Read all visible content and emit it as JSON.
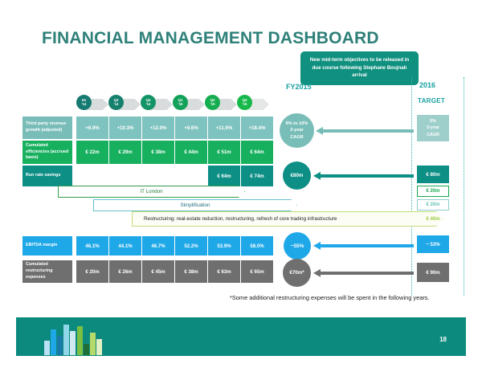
{
  "page_title": "FINANCIAL MANAGEMENT DASHBOARD",
  "callout": {
    "text": "New mid-term objectives to be released in due course following Stephane Boujnah arrival"
  },
  "columns": {
    "fy_label": "FY2015",
    "target_year": "2016",
    "target_word": "TARGET"
  },
  "quarters": [
    {
      "period": "H1",
      "year": "'14"
    },
    {
      "period": "Q3",
      "year": "'14"
    },
    {
      "period": "Q4",
      "year": "'14"
    },
    {
      "period": "Q1",
      "year": "'15"
    },
    {
      "period": "Q2",
      "year": "'15"
    },
    {
      "period": "Q3",
      "year": "'15"
    }
  ],
  "rows": {
    "revenue_growth": {
      "label": "Third party revenue growth (adjusted)",
      "values": [
        "+6.9%",
        "+10.3%",
        "+12.0%",
        "+9.6%",
        "+11.9%",
        "+18.4%"
      ],
      "circle": "9% to 10% 2-year CAGR",
      "circle_l1": "9% to 10%",
      "circle_l2": "2-year",
      "circle_l3": "CAGR",
      "target_l1": "5%",
      "target_l2": "3-year",
      "target_l3": "CAGR"
    },
    "cumulated_efficiencies": {
      "label": "Cumulated efficiencies (accrued basis)",
      "values": [
        "€ 22m",
        "€ 29m",
        "€ 38m",
        "€ 44m",
        "€ 51m",
        "€ 64m"
      ]
    },
    "run_rate_savings": {
      "label": "Run rate savings",
      "values": [
        "",
        "",
        "",
        "",
        "€ 64m",
        "€ 74m"
      ],
      "circle": "€80m",
      "target": "€ 80m"
    },
    "ebitda_margin": {
      "label": "EBITDA margin",
      "values": [
        "46.1%",
        "44.1%",
        "46.7%",
        "52.2%",
        "53.9%",
        "58.0%"
      ],
      "circle": "~55%",
      "target": "~ 53%"
    },
    "restructuring_expenses": {
      "label": "Cumulated restructuring expenses",
      "values": [
        "€ 20m",
        "€ 26m",
        "€ 45m",
        "€ 38m",
        "€ 63m",
        "€ 65m"
      ],
      "circle": "€70m*",
      "target": "€ 90m"
    }
  },
  "initiatives": [
    {
      "label": "IT London",
      "target": "€ 20m"
    },
    {
      "label": "Simplification",
      "target": "€ 20m"
    },
    {
      "label": "Restructuring: real-estate reduction, restructuring, refresh of core trading infrastructure",
      "target": "€ 40m"
    }
  ],
  "footnote": "*Some additional restructuring expenses will be spent in the following years.",
  "page_number": "18",
  "colors": {
    "teal": "#10907f",
    "teal_dark": "#0c8a7e",
    "teal_text": "#2e8079",
    "cyan": "#18a0a0",
    "light_teal": "#79bdb8",
    "green": "#17b05e",
    "deep_teal": "#0d8f86",
    "blue": "#1fa8e8",
    "grey": "#6f6f6f",
    "arrow_grey": "#d9dcdc",
    "lime": "#9acd3c"
  }
}
